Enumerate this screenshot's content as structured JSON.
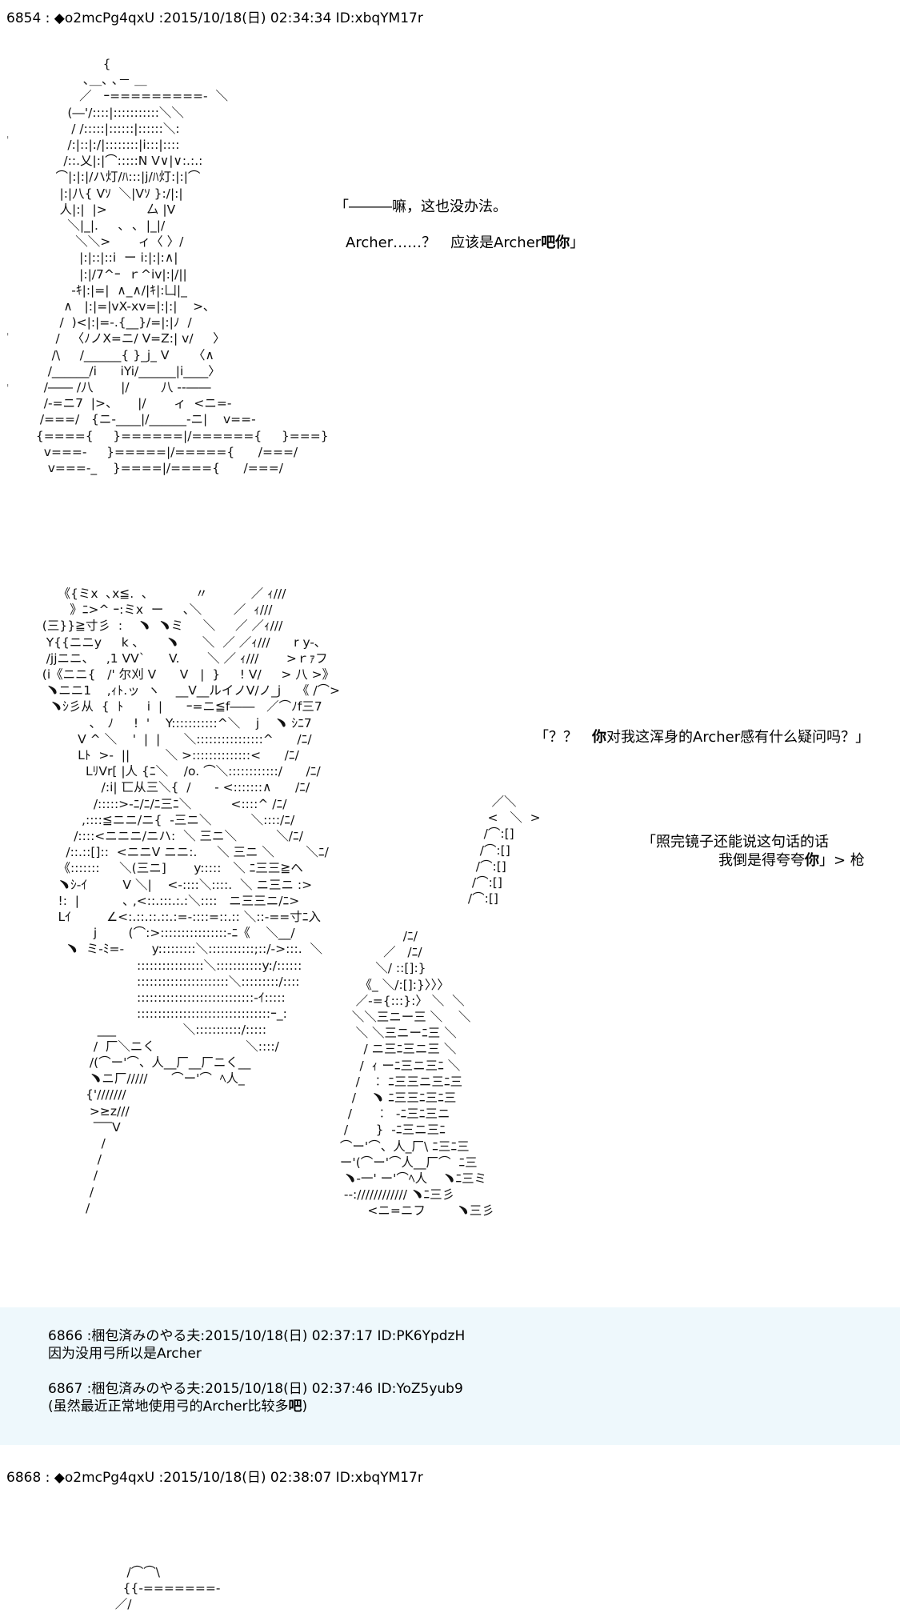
{
  "post1": {
    "header": "6854 : ◆o2mcPg4qxU :2015/10/18(日) 02:34:34 ID:xbqYM17r",
    "speech": {
      "line1": "「―――嘛，这也没办法。",
      "line2_pre": "Archer……？　应该是Archer",
      "line2_bold": "吧你",
      "line2_post": "」"
    },
    "art": "                  {\n             ､＿､ ､－ ＿\n            ／   ｰ=========-  ＼\n         (―'/::::|:::::::::::＼＼\n          / /:::::|::::::|::::::＼:\n         /:|::|:/|::::::::|i:::|::::\n        /::.乂|:|⌒:::::N V∨|∨:.:.:\n      ⌒|:|:|/ハ灯/ﾊ:::|j/ﾊ灯:|:|⌒\n       |:|八{ Vｿ  ＼|Vｿ }:/|:|\n       人|:|  |>          厶 |V\n         ＼|_|.     ､  ､  |_|/\n           ＼＼>       ィ〈 〉/\n            |:|::|::i  ー i:|:|:∧|\n            |:|/7^ｰ  ｒ^iv|:|/||\n          ‐ｷ|:|=|  ∧_∧/|ｷ|:凵|_\n        ∧   |:|=|vX-xv=|:|:|    >､\n       /  )<|:|=-.{__}/=|:|ﾉ  /\n      /   〈ﾉノX=ニ/ V=Z:| v/     〉\n     /\\     /______{ }_j_ V      〈∧\n    /______/i      iYi/______|i____〉\n   /―― /八       |/        八 ‐‐――\n   /-=ニ7  |>、     |/       ィ  <ニ=- \n  /===/   {ニ-____|/______-ニ|    v==-\n {===={     }======|/======{     }===}\n   v===-     }=====|/====={      /===/\n    v===-_    }====|/===={      /===/"
  },
  "post2": {
    "speech1_pre": "「？？　",
    "speech1_bold": "你",
    "speech1_post": "对我这浑身的Archer感有什么疑问吗？」",
    "speech2_line1": "「照完镜子还能说这句话的话",
    "speech2_line2_pre": "我倒是得夸夸",
    "speech2_line2_bold": "你",
    "speech2_line2_post": "」> 枪",
    "art": "       《{ミx  ､x≦.  ､            〃           ／ ｨ///\n          》ﾆ>^ ｰ:ミx  ー     ､＼        ／  ｨ///\n   (三}}≧寸彡  :    ﹅  ﹅ミ     ＼     ／ ／ｨ///\n    Y{{ニニy     k ､       ﹅      ＼  ／ ／ｨ///      r y-､\n    /jjニニ、   ,1 VV`      V.       ＼ ／ ｨ///       >ｒｧフ\n   (i《ニニ{   /' 尔刈 V      V   |  }     ! V/     > 八 >》\n    ﹅ニニ1    ,ｨﾄ.ッ  ヽ    __V__ルイノV/ノ_j    《 /⌒>\n     ﹅ｼ彡从  {  ﾄ      i  |      ｰ=ニ≦f――   ／⌒ﾉf三7\n               ､   ﾉ     !  '    Y:::::::::::^＼    j    ﹅ ｼﾆ7\n            V ^ ＼    '  |  |      ＼::::::::::::::::^      /ﾆ/\n            Lﾄ  >-  ||         ＼ >::::::::::::::<      /ﾆ/\n              LﾘVr[ |人 {ﾆ＼    /o. ⌒＼::::::::::::/      /ﾆ/\n                  /:i| 匸从三＼{  /      - <:::::::∧      /ﾆ/\n                /:::::>-ﾆ/ﾆ/ﾆ三ﾆ＼          <::::^ /ﾆ/\n             ,::::≦ニニ/ニ{  -三ニ＼          ＼::::/ﾆ/\n           /::::<ニニニ/ニハ:  ＼ 三ニ＼          ＼/ﾆ/\n         /::.::[]::  <ニニV ニニ:.     ＼ 三ニ ＼        ＼ﾆ/\n       《:::::::     ＼(三ニ]       y:::::   ＼ ﾆ三三≧ヘ\n       ﹅ｼ-ｲ         V ＼|    <-::::＼::::.  ＼ ニ三ニ :>\n       !:  |           ､ ,<::.:::.:.:＼::::   ニ三三ニ/ﾆ>\n       Lｲ         ∠<:.::.::.::.:=-::::=::.:: ＼::-==寸ﾆ入\n                j        (⌒:>::::::::::::::::-ﾆ《    ＼__/\n         ﹅  ミ-ﾐ=-       y:::::::::＼:::::::::::;::/->:::.  ＼\n                           ::::::::::::::::＼:::::::::::y:/::::::\n                           ::::::::::::::::::::::＼:::::::::/::::\n                           ::::::::::::::::::::::::::::-ｲ:::::\n                           ::::::::::::::::::::::::::::::::ｰ_:\n                 ___                 ＼:::::::::::/:::::\n                /  厂＼ニく                       ＼::::/\n               /(⌒ー'⌒、人__厂__厂ニく__                 \n               ﹅ニ厂/////      ⌒ー'⌒  ﾍ人_    \n              {'///////                       \n               >≥z///                          \n                ‾‾‾V                            \n                  /                             \n                 /                              \n                /                               \n               /                                \n              /                                 ",
    "art_right": "       ／＼\n      <   ＼  >\n     /⌒:[]\n    /⌒:[]\n   /⌒:[]\n  /⌒:[]\n /⌒:[]",
    "art_mid": "                 /ﾆ/\n            ／   /ﾆ/\n          ＼/ ::[]:}\n      《_ ＼/:[]:}〉〉〉\n     ／-={:::}:〉 ＼  ＼\n    ＼＼三ニー三 ＼    ＼\n     ＼ ＼三ニーﾆ三 ＼\n       / ニ三ﾆ三ニ三 ＼\n      /  ｨ ーﾆ三ニ三ﾆ ＼\n     /   ︰ ﾆ三三ニ三ﾆ三\n    /    ﹅ ﾆ三三ﾆ三ﾆ三\n   /      ︰  -ﾆ三ﾆ三ニ\n  /       }  -ﾆ三ニ三ﾆ\n ⌒ー'⌒、人_厂\\ ﾆ三ﾆ三\n ー'(⌒ー'⌒人__厂⌒  ﾆ三\n  ﹅-一' ー'⌒ﾍ人    ﹅ﾆ三ミ\n  --://////////// ﹅ﾆ三彡\n        <ニ=ニフ        ﹅三彡"
  },
  "replies": [
    {
      "header": "6866 :梱包済みのやる夫:2015/10/18(日) 02:37:17 ID:PK6YpdzH",
      "body": "因为没用弓所以是Archer"
    },
    {
      "header": "6867 :梱包済みのやる夫:2015/10/18(日) 02:37:46 ID:YoZ5yub9",
      "body_pre": "(虽然最近正常地使用弓的Archer比较多",
      "body_bold": "吧",
      "body_post": ")"
    }
  ],
  "post3": {
    "header": "6868 : ◆o2mcPg4qxU :2015/10/18(日) 02:38:07 ID:xbqYM17r",
    "art": "                    /⌒⌒\\\n                   {{-=======-\n                 ／/"
  }
}
